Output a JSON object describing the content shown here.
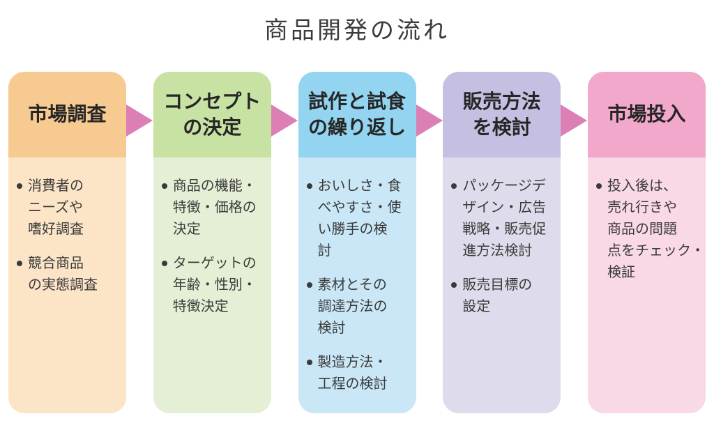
{
  "title": "商品開発の流れ",
  "colors": {
    "page_bg": "#FFFFFF",
    "title_text": "#3C3C3C",
    "header_text": "#262626",
    "body_text": "#3A3A3A",
    "arrow": "#DB7FB5"
  },
  "steps": [
    {
      "id": "market-research",
      "label": "市場調査",
      "header_bg": "#F7CA92",
      "body_bg": "#FCE4C7",
      "bullets": [
        "消費者の\nニーズや\n嗜好調査",
        "競合商品\nの実態調査"
      ]
    },
    {
      "id": "concept-decision",
      "label": "コンセプト\nの決定",
      "header_bg": "#C8E2A4",
      "body_bg": "#E5EFD6",
      "bullets": [
        "商品の機能・\n特徴・価格の\n決定",
        "ターゲットの\n年齢・性別・\n特徴決定"
      ]
    },
    {
      "id": "prototype-tasting",
      "label": "試作と試食\nの繰り返し",
      "header_bg": "#93D4F0",
      "body_bg": "#C9E7F6",
      "bullets": [
        "おいしさ・食\nべやすさ・使\nい勝手の検\n討",
        "素材とその\n調達方法の\n検討",
        "製造方法・\n工程の検討"
      ]
    },
    {
      "id": "sales-method",
      "label": "販売方法\nを検討",
      "header_bg": "#C5C0E1",
      "body_bg": "#DEDCEC",
      "bullets": [
        "パッケージデ\nザイン・広告\n戦略・販売促\n進方法検討",
        "販売目標の\n設定"
      ]
    },
    {
      "id": "market-launch",
      "label": "市場投入",
      "header_bg": "#F2A8CB",
      "body_bg": "#F9D8E8",
      "bullets": [
        "投入後は、\n売れ行きや\n商品の問題\n点をチェック・\n検証"
      ]
    }
  ]
}
